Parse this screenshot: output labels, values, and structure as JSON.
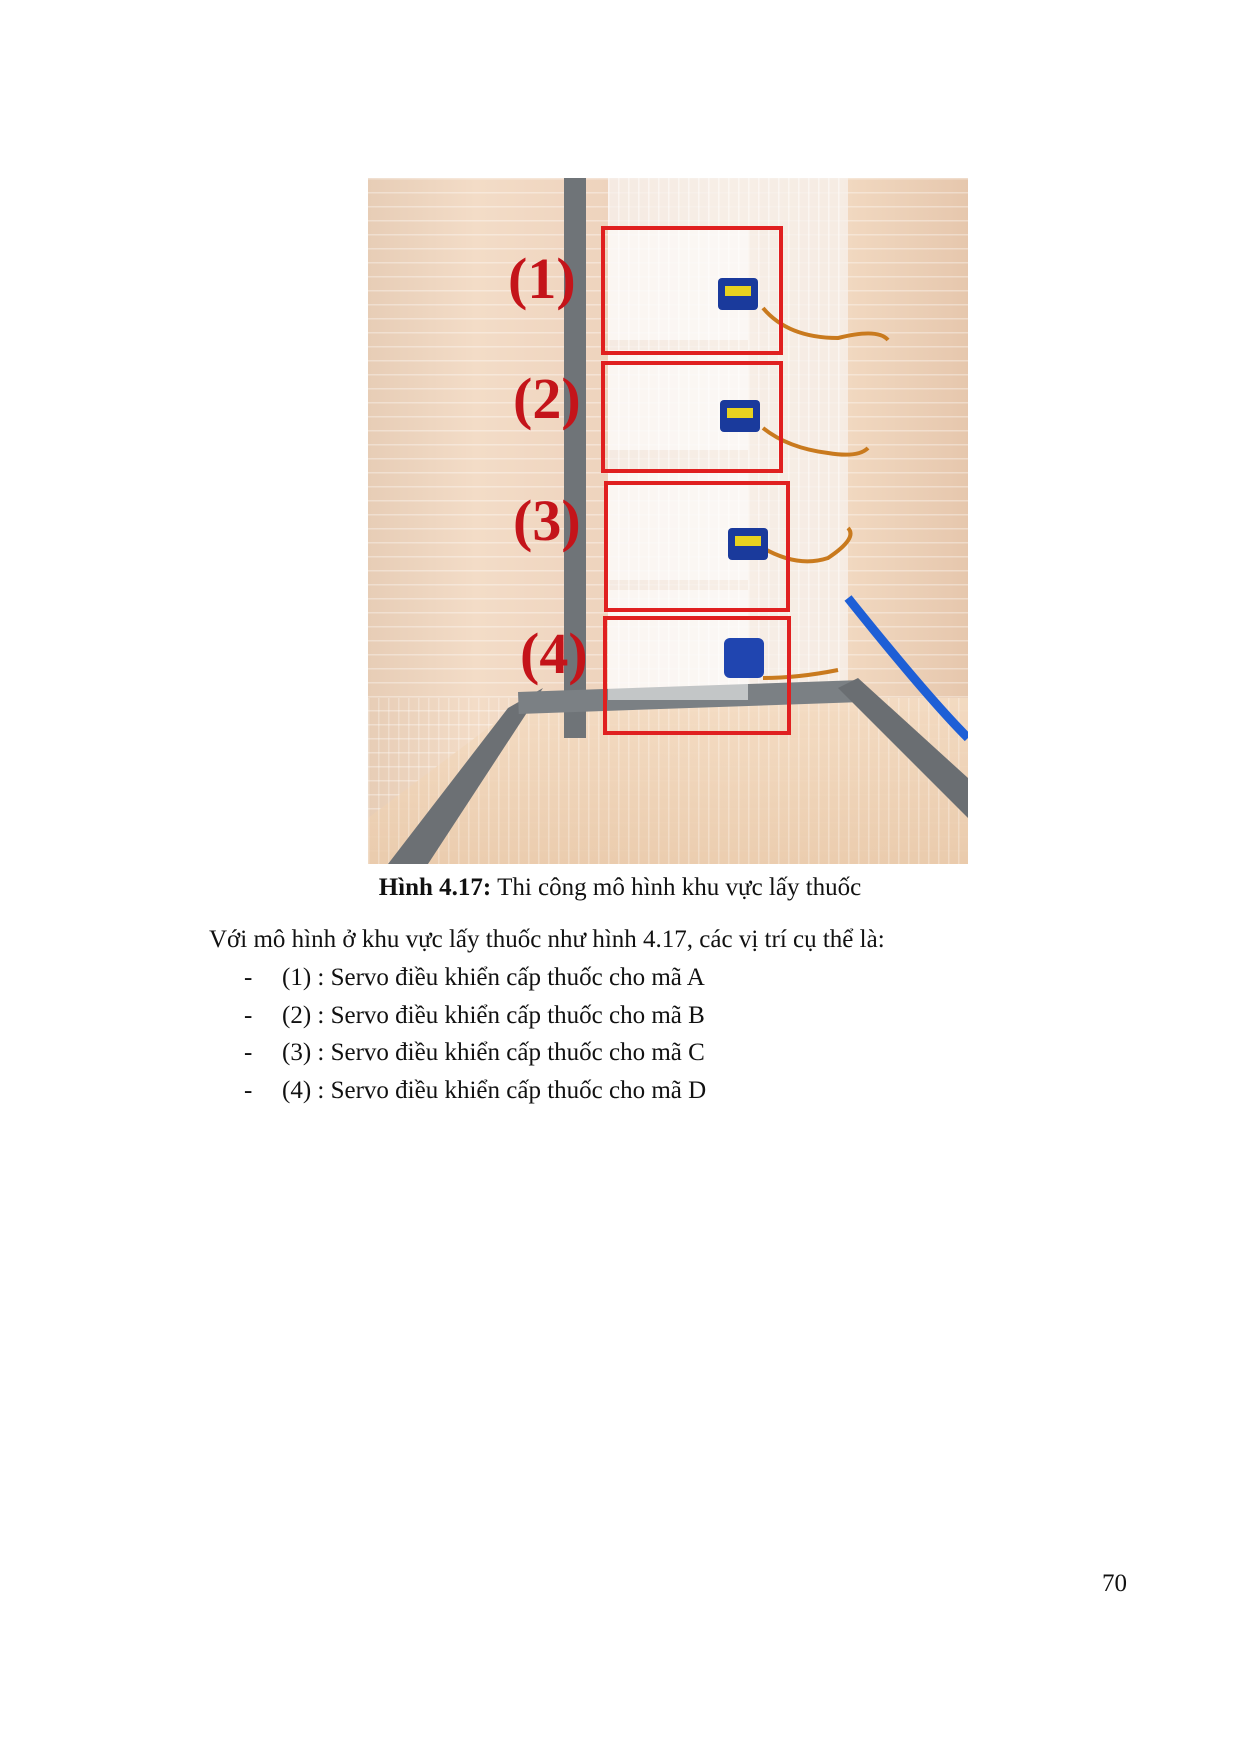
{
  "figure": {
    "labels": [
      "(1)",
      "(2)",
      "(3)",
      "(4)"
    ],
    "highlight_color": "#e02020"
  },
  "caption": {
    "label": "Hình 4.17:",
    "text": " Thi công mô hình khu vực lấy thuốc"
  },
  "body": {
    "intro": "Với mô hình ở khu vực lấy thuốc như hình 4.17, các vị trí cụ thể là:",
    "items": [
      {
        "bullet": "-",
        "text": "(1) : Servo điều khiển cấp thuốc cho mã A"
      },
      {
        "bullet": "-",
        "text": "(2) : Servo điều khiển cấp thuốc cho mã B"
      },
      {
        "bullet": "-",
        "text": "(3) : Servo điều khiển cấp thuốc cho mã C"
      },
      {
        "bullet": "-",
        "text": "(4) : Servo điều khiển cấp thuốc cho mã D"
      }
    ]
  },
  "page_number": "70"
}
